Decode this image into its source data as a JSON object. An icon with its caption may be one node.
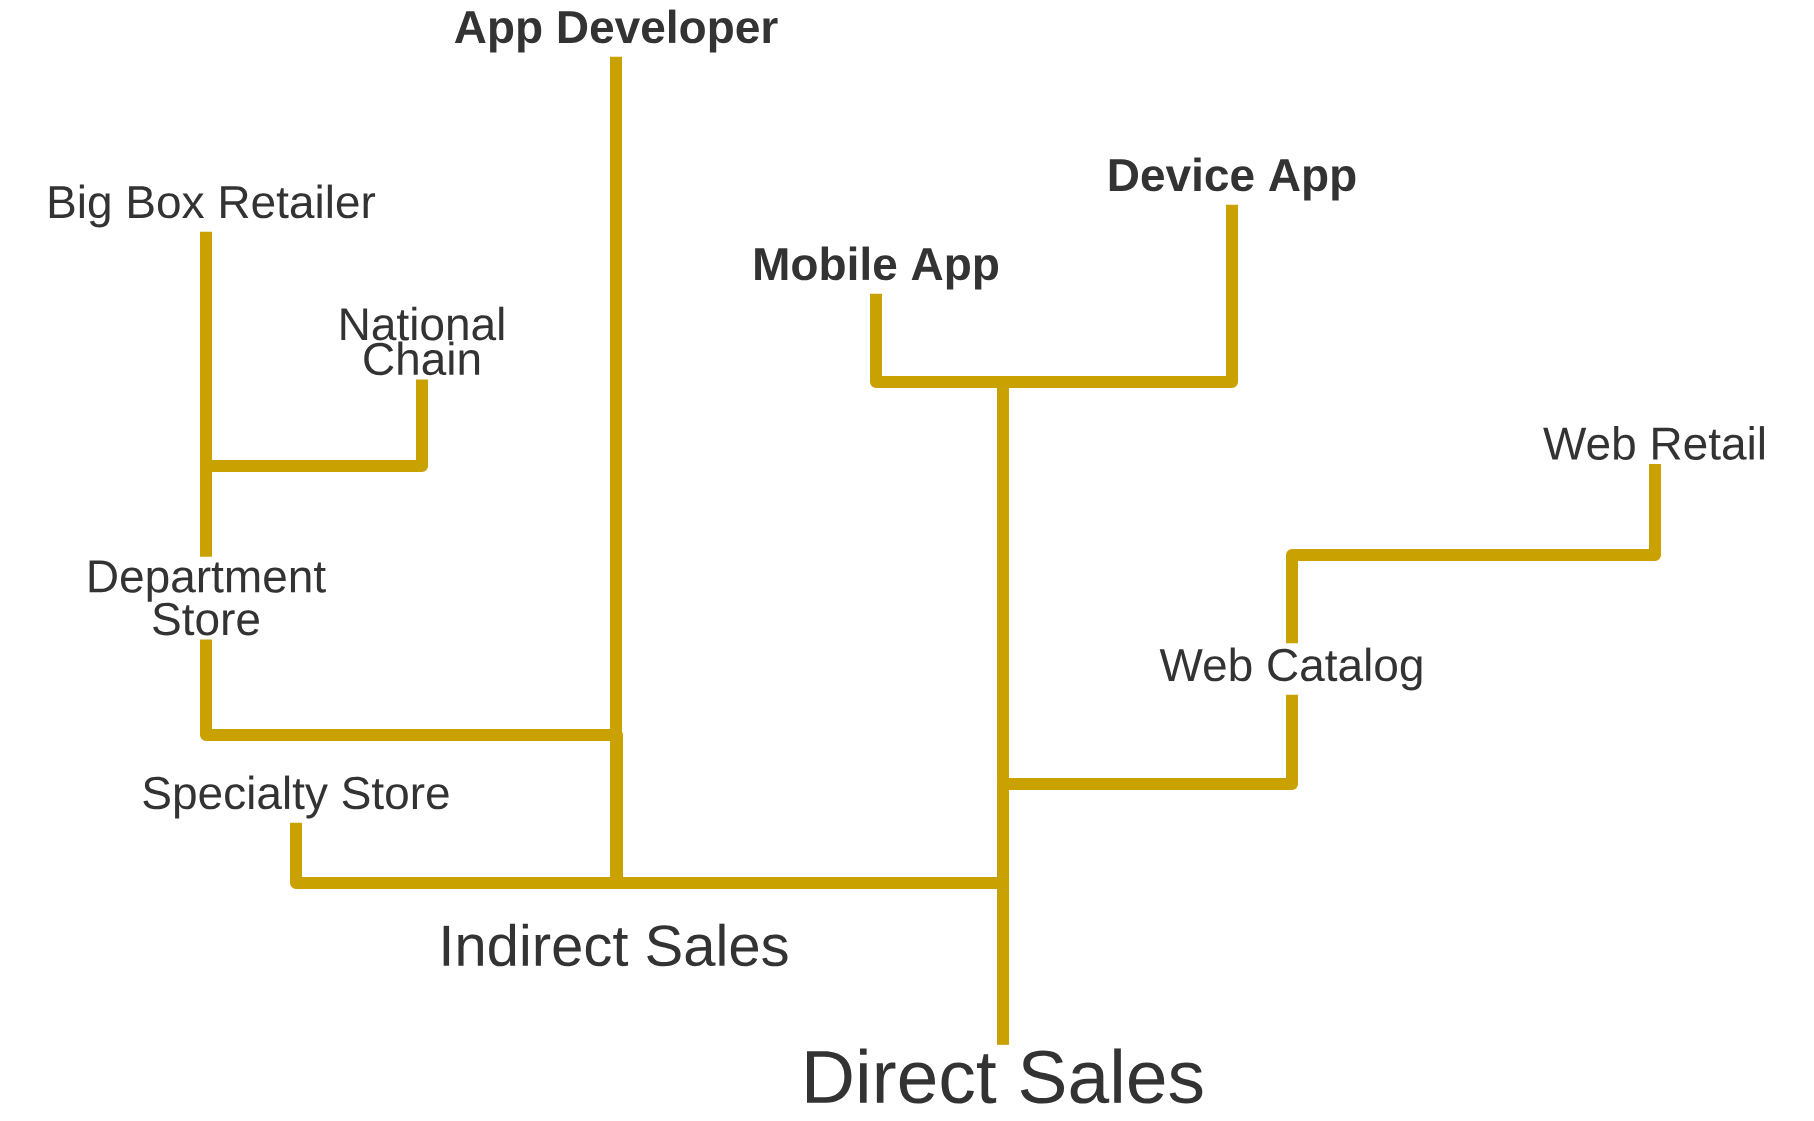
{
  "diagram": {
    "nodes": [
      {
        "text": [
          "Direct Sales"
        ]
      },
      {
        "text": [
          "Specialty Store"
        ]
      },
      {
        "text": [
          "Department Store"
        ]
      },
      {
        "text": [
          "Big Box Retailer"
        ]
      },
      {
        "text": [
          "National Chain"
        ]
      },
      {
        "text": [
          "App Developer"
        ]
      },
      {
        "text": [
          "Mobile App"
        ]
      },
      {
        "text": [
          "Device App"
        ]
      },
      {
        "text": [
          "Web Catalog"
        ]
      },
      {
        "text": [
          "Web Retail"
        ]
      }
    ],
    "edges": [
      {
        "from": 0,
        "to": 1,
        "arrow": "none"
      },
      {
        "from": 0,
        "to": 5,
        "arrow": "none"
      },
      {
        "from": 0,
        "to": 2,
        "arrow": "none"
      },
      {
        "from": 2,
        "to": 3,
        "arrow": "none"
      },
      {
        "from": 2,
        "to": 4,
        "arrow": "none"
      },
      {
        "from": 0,
        "to": 6,
        "arrow": "none"
      },
      {
        "from": 0,
        "to": 7,
        "arrow": "none"
      },
      {
        "from": 0,
        "to": 8,
        "arrow": "none"
      },
      {
        "from": 8,
        "to": 9,
        "arrow": "none"
      }
    ],
    "labels": [
      "Indirect Sales"
    ]
  }
}
